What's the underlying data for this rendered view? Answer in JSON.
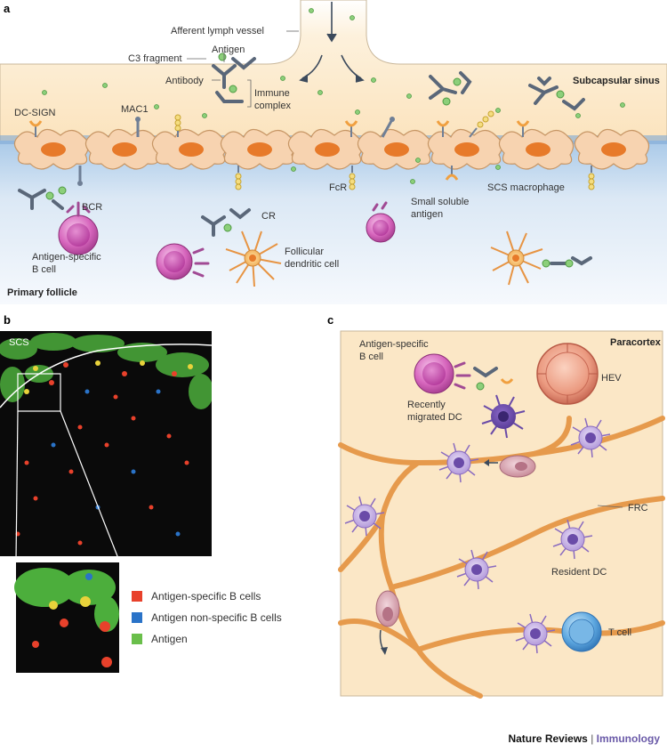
{
  "panel_a": {
    "letter": "a",
    "afferent_lymph_vessel": "Afferent lymph vessel",
    "c3_fragment": "C3 fragment",
    "antigen": "Antigen",
    "antibody": "Antibody",
    "immune_complex_1": "Immune",
    "immune_complex_2": "complex",
    "subcapsular_sinus": "Subcapsular sinus",
    "dc_sign": "DC-SIGN",
    "mac1": "MAC1",
    "bcr": "BCR",
    "fcr": "FcR",
    "small_soluble_1": "Small soluble",
    "small_soluble_2": "antigen",
    "scs_macrophage": "SCS macrophage",
    "cr": "CR",
    "ag_b_cell_1": "Antigen-specific",
    "ag_b_cell_2": "B cell",
    "fdc_1": "Follicular",
    "fdc_2": "dendritic cell",
    "primary_follicle": "Primary follicle"
  },
  "panel_b": {
    "letter": "b",
    "scs": "SCS",
    "legend": [
      {
        "label": "Antigen-specific B cells",
        "color": "#e8412b"
      },
      {
        "label": "Antigen non-specific B cells",
        "color": "#2a73c8"
      },
      {
        "label": "Antigen",
        "color": "#6abf4b"
      }
    ]
  },
  "panel_c": {
    "letter": "c",
    "paracortex": "Paracortex",
    "ag_b_cell_1": "Antigen-specific",
    "ag_b_cell_2": "B cell",
    "hev": "HEV",
    "recent_dc_1": "Recently",
    "recent_dc_2": "migrated DC",
    "frc": "FRC",
    "resident_dc": "Resident DC",
    "t_cell": "T cell"
  },
  "footer": {
    "journal": "Nature Reviews",
    "separator": "|",
    "subject": "Immunology"
  },
  "colors": {
    "sinus": "#fbe7c6",
    "follicle": "#dce9f5",
    "macrophage": "#f7d3b0",
    "nucleus": "#e77a2a",
    "b_cell": "#d96bbf",
    "frc": "#f0a45a",
    "dc": "#9b7ac9",
    "t_cell": "#5aa5dd"
  }
}
